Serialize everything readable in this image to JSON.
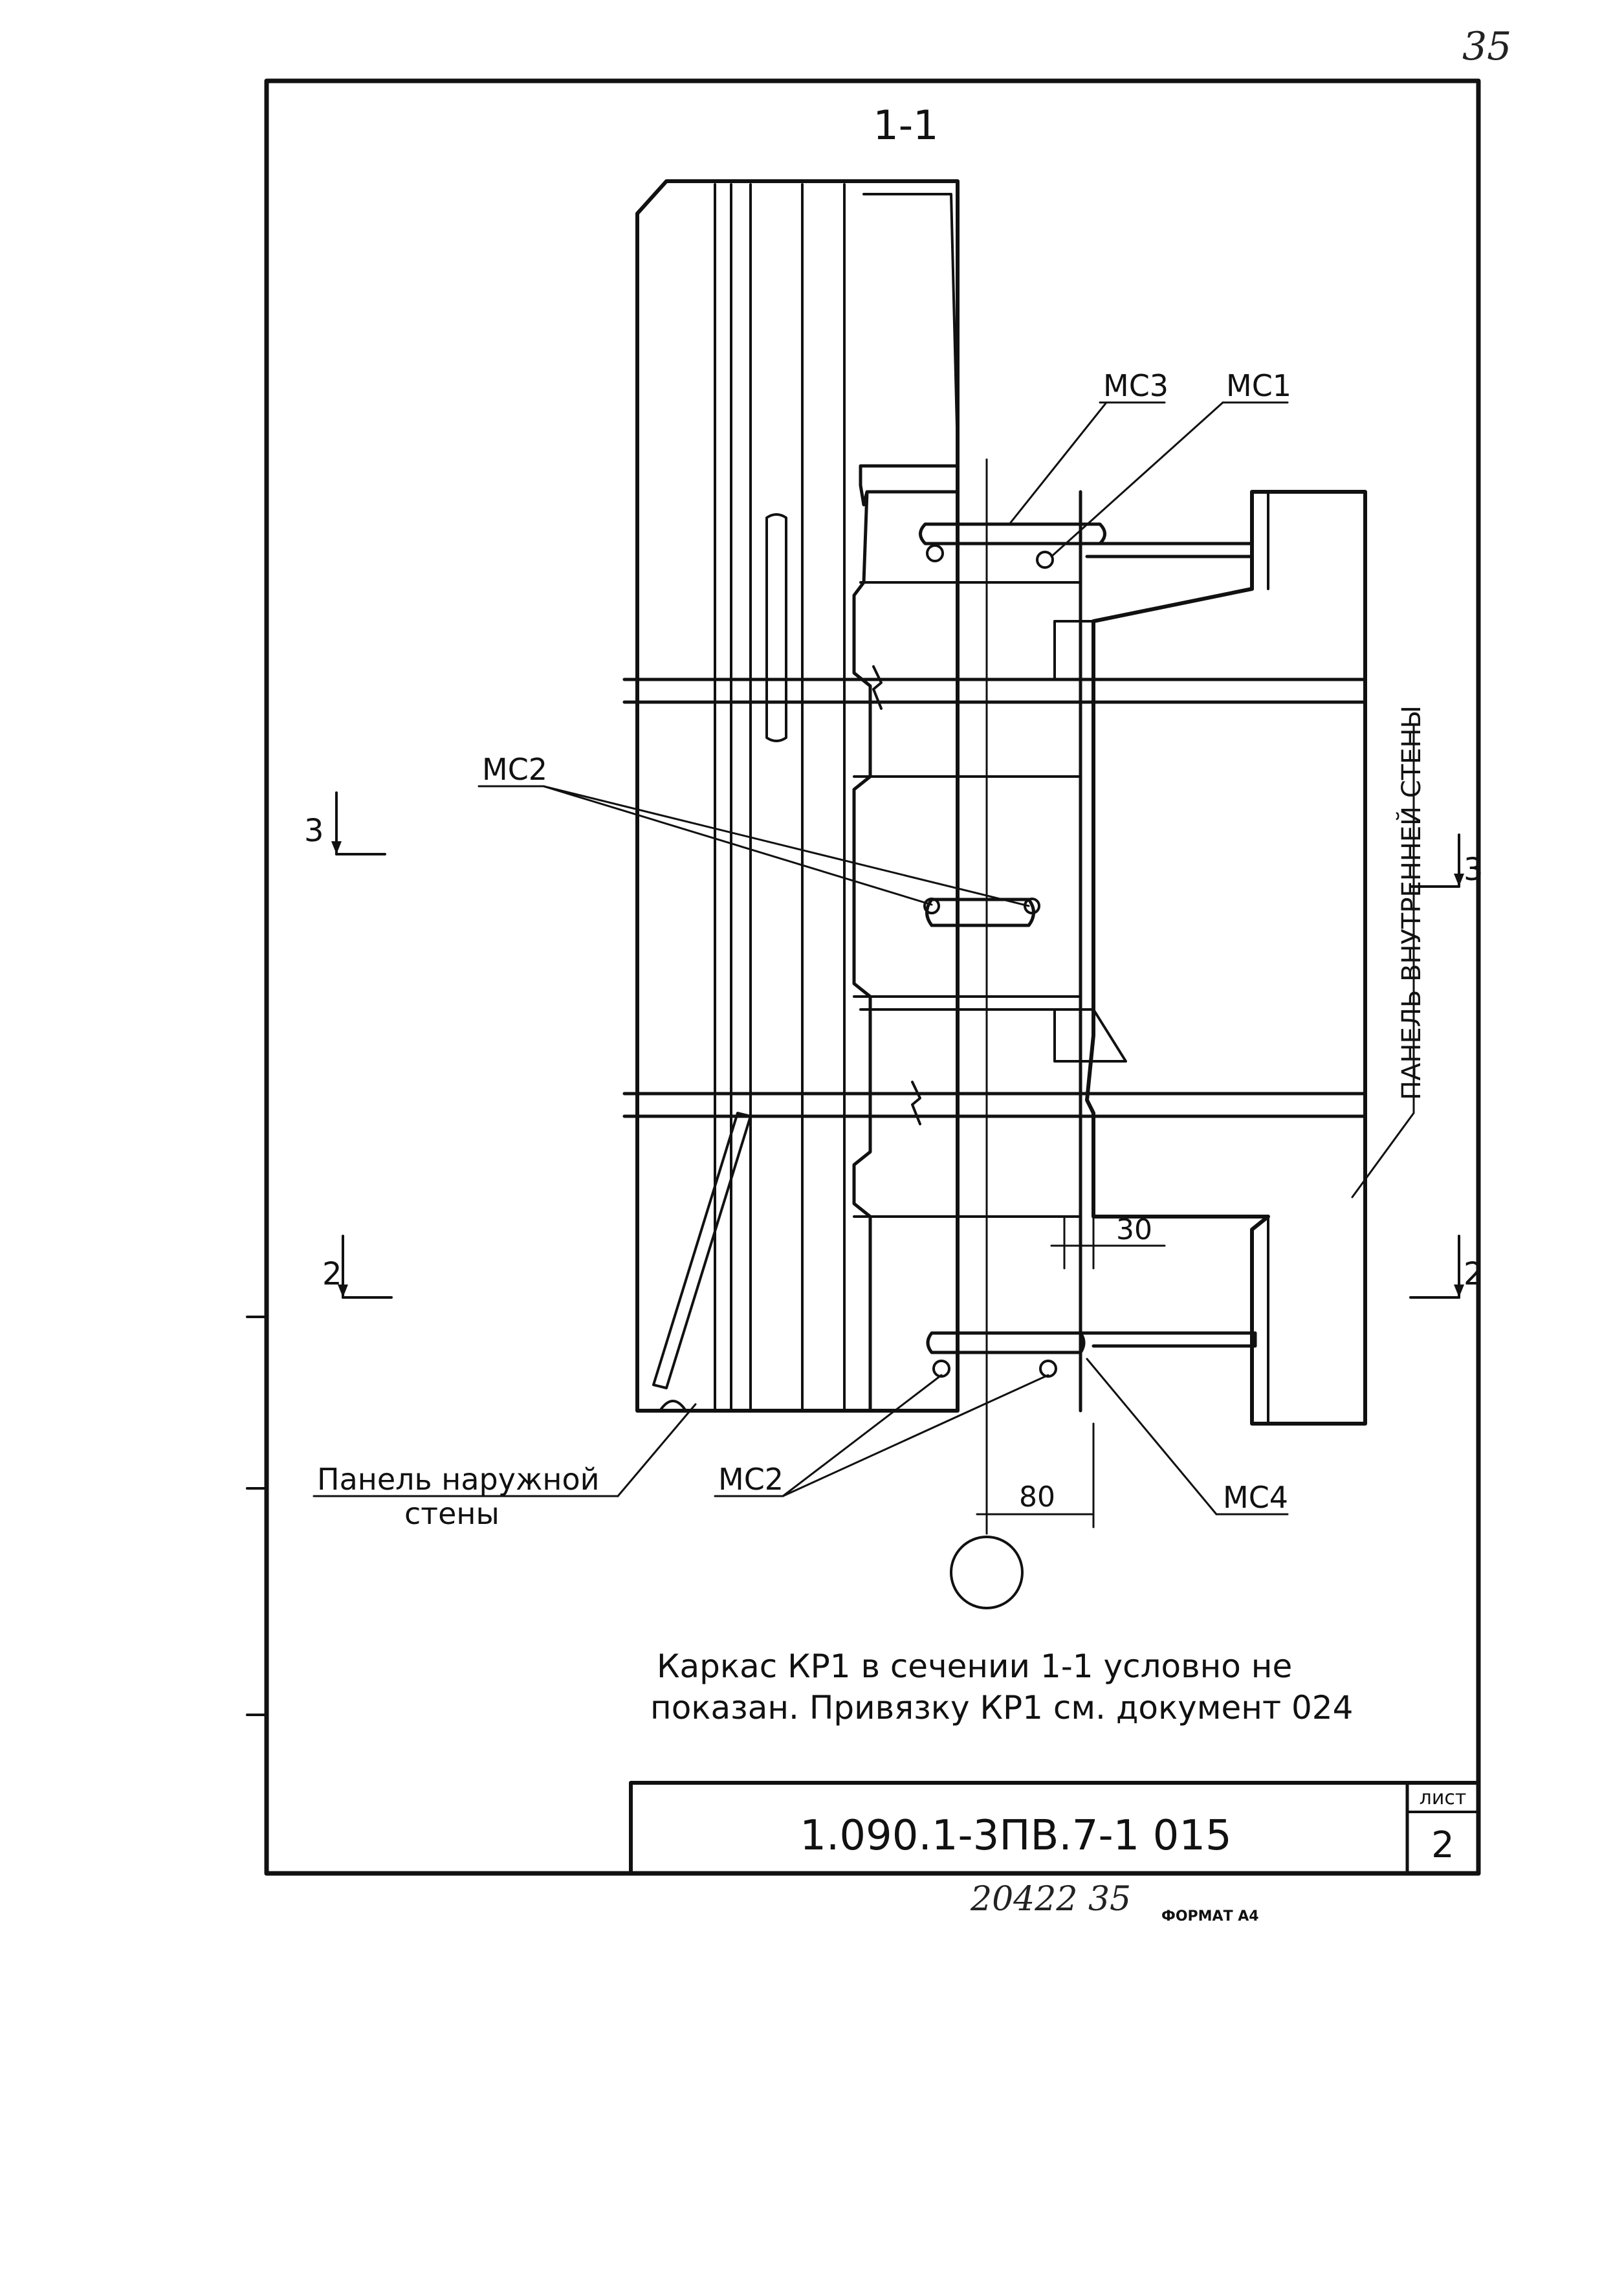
{
  "sheet_corner_number": "35",
  "section_title": "1-1",
  "labels": {
    "mc3": "МС3",
    "mc1": "МС1",
    "mc2_upper": "МС2",
    "mc2_lower": "МС2",
    "mc4": "МС4",
    "outer_panel_line1": "Панель наружной",
    "outer_panel_line2": "стены",
    "inner_panel": "ПАНЕЛЬ ВНУТРЕННЕЙ СТЕНЫ"
  },
  "section_marks": {
    "left_3": "3",
    "right_3": "3",
    "left_2": "2",
    "right_2": "2"
  },
  "dimensions": {
    "d30": "30",
    "d80": "80"
  },
  "note": {
    "line1": "Каркас КР1 в сечении 1-1 условно не",
    "line2": "показан. Привязку КР1 см. документ 024"
  },
  "title_block": {
    "code": "1.090.1-3ПВ.7-1  015",
    "sheet_label": "лист",
    "sheet_number": "2"
  },
  "footer": {
    "inventory": "20422  35",
    "format": "ФОРМАТ А4"
  }
}
